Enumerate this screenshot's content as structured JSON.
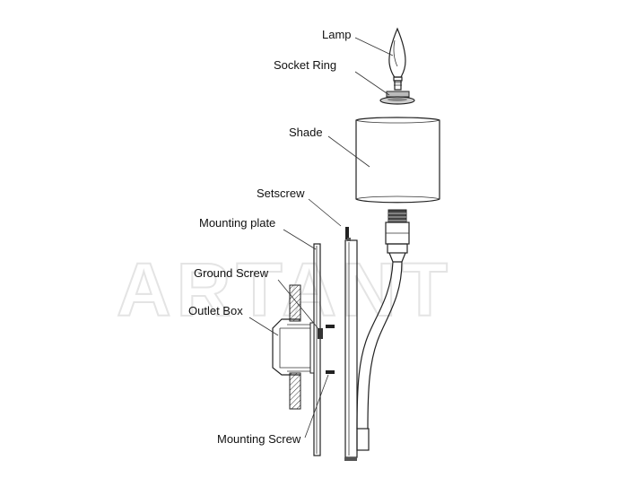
{
  "labels": {
    "lamp": "Lamp",
    "socket_ring": "Socket Ring",
    "shade": "Shade",
    "setscrew": "Setscrew",
    "mounting_plate": "Mounting plate",
    "ground_screw": "Ground Screw",
    "outlet_box": "Outlet Box",
    "mounting_screw": "Mounting Screw"
  },
  "watermark": "ARTANT"
}
